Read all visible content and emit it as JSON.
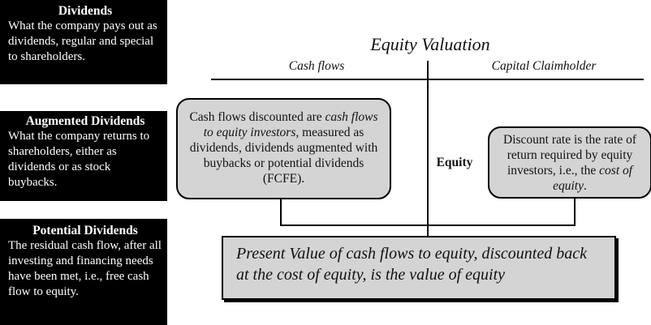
{
  "sidebar": {
    "dividends": {
      "title": "Dividends",
      "body": "What the company pays out as dividends, regular and special to shareholders."
    },
    "augmented": {
      "title": "Augmented Dividends",
      "body": "What the company returns to shareholders, either as dividends or as stock buybacks."
    },
    "potential": {
      "title": "Potential Dividends",
      "body": "The residual cash flow, after all investing and financing needs have been met, i.e., free cash flow to equity."
    }
  },
  "diagram": {
    "title": "Equity Valuation",
    "header_left": "Cash flows",
    "header_right": "Capital Claimholder",
    "center_label": "Equity",
    "cashflows_box": {
      "part1": "Cash flows discounted are ",
      "emphasis": "cash flows to equity investors",
      "part2": ", measured as dividends, dividends augmented with buybacks or potential dividends (FCFE)."
    },
    "discount_box": {
      "part1": "Discount rate is the rate of return required by equity investors, i.e., the ",
      "emphasis": "cost of equity",
      "part2": "."
    },
    "result_box": "Present Value of cash flows to equity, discounted back at the cost of equity, is the value of equity"
  }
}
